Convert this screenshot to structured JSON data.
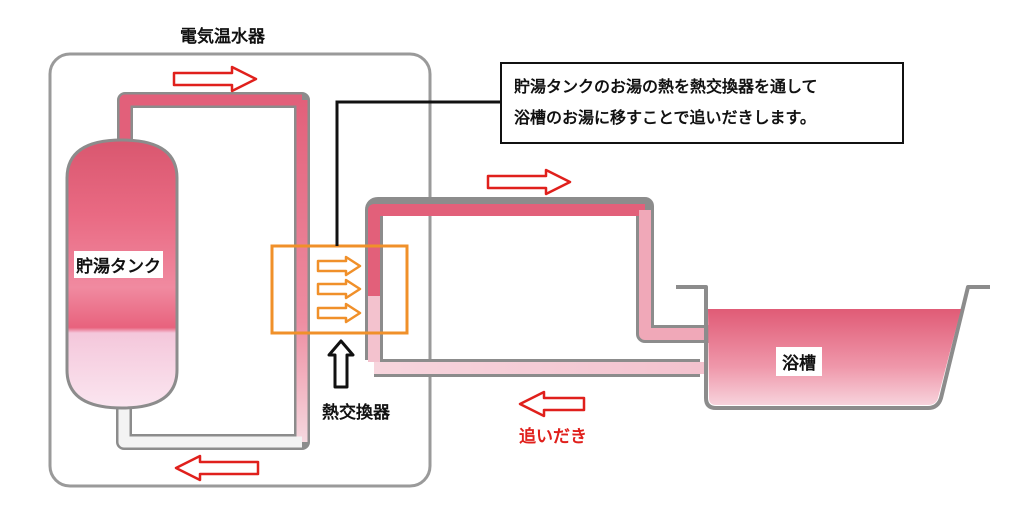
{
  "title": "電気温水器",
  "tank_label": "貯湯タンク",
  "heat_exchanger_label": "熱交換器",
  "bathtub_label": "浴槽",
  "reheat_label": "追いだき",
  "callout": {
    "line1": "貯湯タンクのお湯の熱を熱交換器を通して",
    "line2": "浴槽のお湯に移すことで追いだきします。"
  },
  "colors": {
    "hot_water": "#e2607a",
    "warm_water": "#f3c9d2",
    "pipe_outline": "#8c8c8c",
    "flow_arrow": "#e0201c",
    "heat_arrow": "#f0902a",
    "heater_box": "#9a9a9a"
  },
  "icons": [
    "flow-arrow-right",
    "flow-arrow-left",
    "heat-arrow-right",
    "up-arrow-icon"
  ]
}
